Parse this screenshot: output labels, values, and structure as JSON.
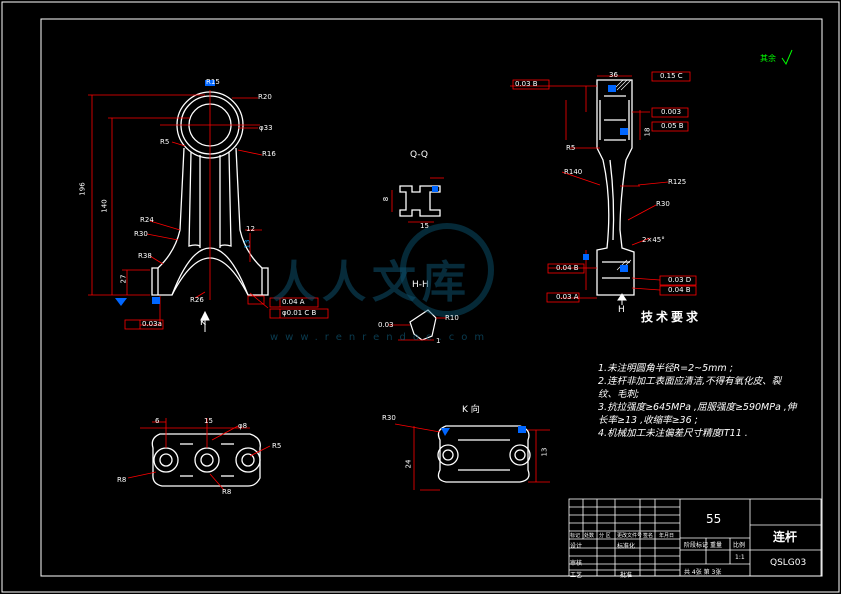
{
  "drawing": {
    "roughness_mark": "其余",
    "section_q": "Q-Q",
    "section_h": "H-H",
    "view_k": "K 向",
    "arrow_k": "K",
    "label_h": "H",
    "watermark_cn": "人人文库",
    "watermark_url": "www.renrendoc.com"
  },
  "dims": {
    "r15": "R15",
    "r20": "R20",
    "dia33": "φ33",
    "r16": "R16",
    "r5": "R5",
    "len196": "196",
    "len140": "140",
    "r24": "R24",
    "r30": "R30",
    "r38": "R38",
    "r26": "R26",
    "d12": "12",
    "d27": "27",
    "d13": "13",
    "d36": "36",
    "d18": "18",
    "r140": "R140",
    "r125": "R125",
    "r30b": "R30",
    "r5b": "R5",
    "d8": "8",
    "d15": "15",
    "chamfer": "2×45°",
    "r10": "R10",
    "d6": "6",
    "d15b": "15",
    "dia8": "φ8",
    "r5c": "R5",
    "r8": "R8",
    "r30c": "R30",
    "d24": "24",
    "d1": "1",
    "d03": "0.03"
  },
  "tolerances": {
    "flat_left": "0.03a",
    "par_top": "0.03 B",
    "perp_top": "0.15 C",
    "par_mid": "0.003",
    "perp_mid": "0.05 B",
    "par_bot": "0.04 B",
    "perp_bot": "0.03 D",
    "par_bot2": "0.04 B",
    "pos_left": "0.04 A",
    "pos_left2": "φ0.01 C B",
    "ang_left": "0.03 A"
  },
  "requirements": {
    "title": "技术要求",
    "items": [
      "1.未注明圆角半径R=2~5mm ;",
      "2.连杆非加工表面应清洁,不得有氧化皮、裂",
      "   纹、毛刺;",
      "3.抗拉强度≥645MPa ,屈服强度≥590MPa ,伸",
      "   长率≥13 ,收缩率≥36 ;",
      "4.机械加工未注偏差尺寸精度IT11 ."
    ]
  },
  "title_block": {
    "material": "55",
    "part_name": "连杆",
    "drawing_no": "QSLG03",
    "scale": "1:1",
    "sheet_info": "共 4张  第 3张",
    "stage_label": "阶段标记",
    "weight_label": "重量",
    "scale_label": "比例",
    "mark_label": "标记",
    "qty_label": "处数",
    "zone_label": "分 区",
    "change_label": "更改文件号",
    "sign_label": "签名",
    "date_label": "年月日",
    "design_label": "设计",
    "std_label": "标准化",
    "review_label": "审核",
    "process_label": "工艺",
    "approve_label": "批准"
  }
}
